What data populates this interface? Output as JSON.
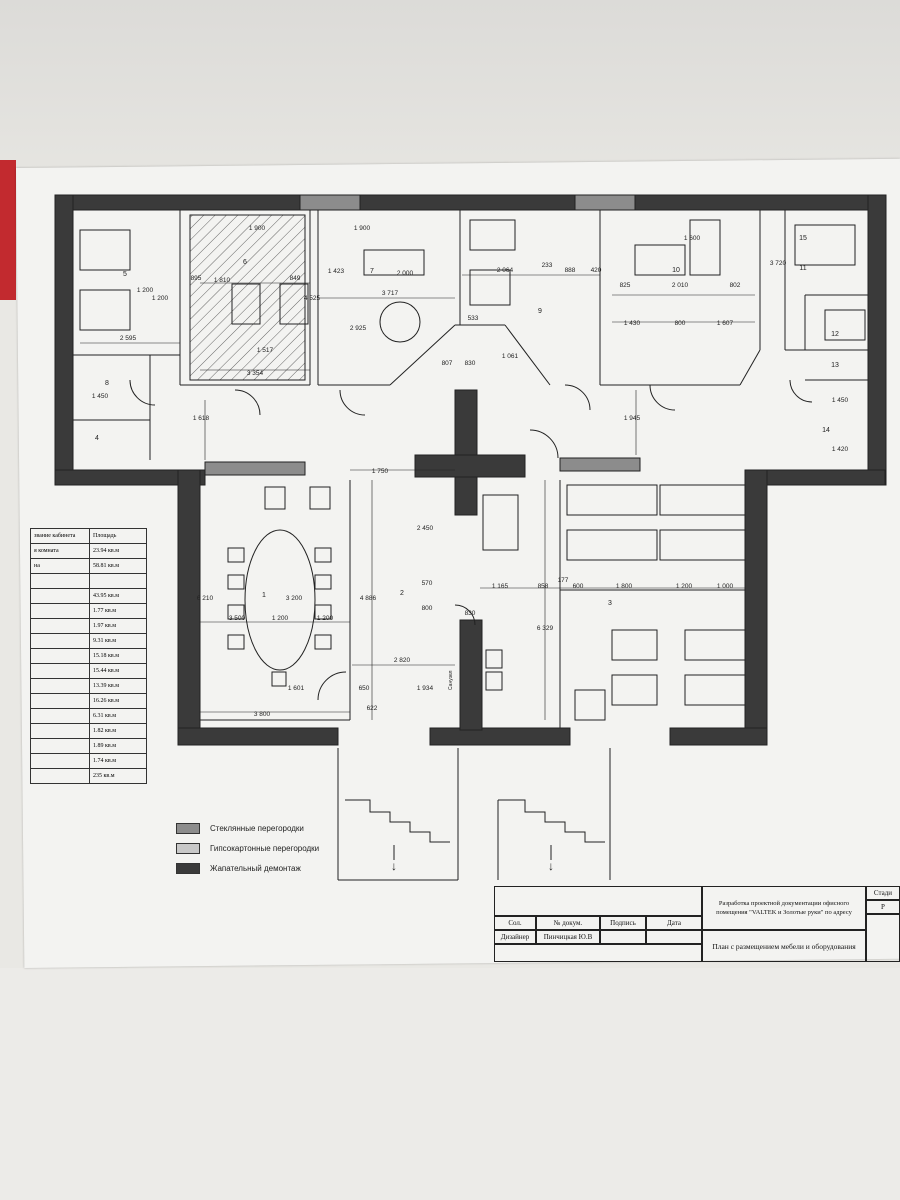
{
  "colors": {
    "wall": "#3a3a3a",
    "glass": "#8c8c8c",
    "gypsum": "#c8c8c8",
    "line": "#222222",
    "sheet": "#f3f3f1"
  },
  "rooms": [
    {
      "id": "room-1",
      "label": "1"
    },
    {
      "id": "room-2",
      "label": "2"
    },
    {
      "id": "room-3",
      "label": "3"
    },
    {
      "id": "room-4",
      "label": "4"
    },
    {
      "id": "room-5",
      "label": "5"
    },
    {
      "id": "room-6",
      "label": "6"
    },
    {
      "id": "room-7",
      "label": "7"
    },
    {
      "id": "room-8",
      "label": "8"
    },
    {
      "id": "room-9",
      "label": "9"
    },
    {
      "id": "room-10",
      "label": "10"
    },
    {
      "id": "room-11",
      "label": "11"
    },
    {
      "id": "room-12",
      "label": "12"
    },
    {
      "id": "room-13",
      "label": "13"
    },
    {
      "id": "room-14",
      "label": "14"
    },
    {
      "id": "room-15",
      "label": "15"
    }
  ],
  "dimensions": [
    "2 595",
    "1 450",
    "1 200",
    "1 517",
    "3 354",
    "4 525",
    "2 925",
    "3 717",
    "1 423",
    "2 000",
    "1 810",
    "849",
    "895",
    "1 200",
    "1 900",
    "1 900",
    "2 064",
    "233",
    "888",
    "420",
    "533",
    "1 061",
    "830",
    "807",
    "825",
    "2 010",
    "802",
    "1 430",
    "800",
    "1 607",
    "1 600",
    "3 720",
    "1 450",
    "1 420",
    "1 945",
    "1 618",
    "1 750",
    "4 886",
    "2 450",
    "570",
    "800",
    "830",
    "1 934",
    "2 820",
    "3 800",
    "1 601",
    "6 210",
    "1 200",
    "3 200",
    "1 200",
    "3 500",
    "1 165",
    "858",
    "177",
    "600",
    "1 800",
    "1 200",
    "1 000",
    "6 329",
    "622",
    "650"
  ],
  "area_table": {
    "header": [
      "звание кабинета",
      "Площадь"
    ],
    "rows": [
      [
        "я комната",
        "23.94 кв.м"
      ],
      [
        "на",
        "58.81 кв.м"
      ],
      [
        "",
        ""
      ],
      [
        "",
        "43.95 кв.м"
      ],
      [
        "",
        "1.77 кв.м"
      ],
      [
        "",
        "1.97 кв.м"
      ],
      [
        "",
        "9.31 кв.м"
      ],
      [
        "",
        "15.18 кв.м"
      ],
      [
        "",
        "15.44 кв.м"
      ],
      [
        "",
        "13.39 кв.м"
      ],
      [
        "",
        "16.26 кв.м"
      ],
      [
        "",
        "6.31 кв.м"
      ],
      [
        "",
        "1.82 кв.м"
      ],
      [
        "",
        "1.89 кв.м"
      ],
      [
        "",
        "1.74 кв.м"
      ],
      [
        "",
        "235 кв.м"
      ]
    ]
  },
  "legend": [
    {
      "label": "Стеклянные перегородки",
      "color": "#8c8c8c"
    },
    {
      "label": "Гипсокартонные перегородки",
      "color": "#c8c8c8"
    },
    {
      "label": "Жапательный демонтаж",
      "color": "#3a3a3a"
    }
  ],
  "title_block": {
    "project": "Разработка проектной документации офисного помещения \"VALTEK и Золотые руки\" по адресу",
    "col_sol": "Сол.",
    "col_doc": "№ докум.",
    "col_sign": "Подпись",
    "col_date": "Дата",
    "designer_role": "Дизайнер",
    "designer_name": "Пинчицкая Ю.В",
    "sheet_title": "План с размещением мебели и оборудования",
    "stage_label": "Стади",
    "stage_value": "Р"
  },
  "small_labels": {
    "wc_label": "Санузел",
    "stair_arrow_left": "↓",
    "stair_arrow_right": "↓"
  }
}
